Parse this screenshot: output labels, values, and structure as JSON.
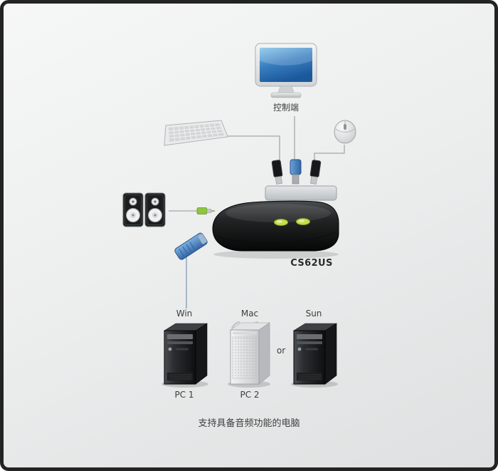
{
  "diagram": {
    "console_label": "控制端",
    "model_label": "CS62US",
    "or_label": "or",
    "footnote": "支持具备音频功能的电脑"
  },
  "computers": [
    {
      "os_label": "Win",
      "pc_label": "PC 1"
    },
    {
      "os_label": "Mac",
      "pc_label": "PC 2"
    },
    {
      "os_label": "Sun",
      "pc_label": ""
    }
  ],
  "illustrations": [
    "monitor-icon",
    "keyboard-icon",
    "mouse-icon",
    "speakers-icon",
    "kvm-switch-icon",
    "usb-plug-icon",
    "vga-plug-icon",
    "audio-jack-icon",
    "usb-cable-connector-icon",
    "pc-tower-icon"
  ],
  "colors": {
    "screen_blue": "#2f6bab",
    "led_green": "#c3d94e",
    "audio_green": "#8dc63f",
    "cable_blue": "#4a7fc1",
    "frame_border": "#232323",
    "line_gray": "#a3a7aa"
  }
}
